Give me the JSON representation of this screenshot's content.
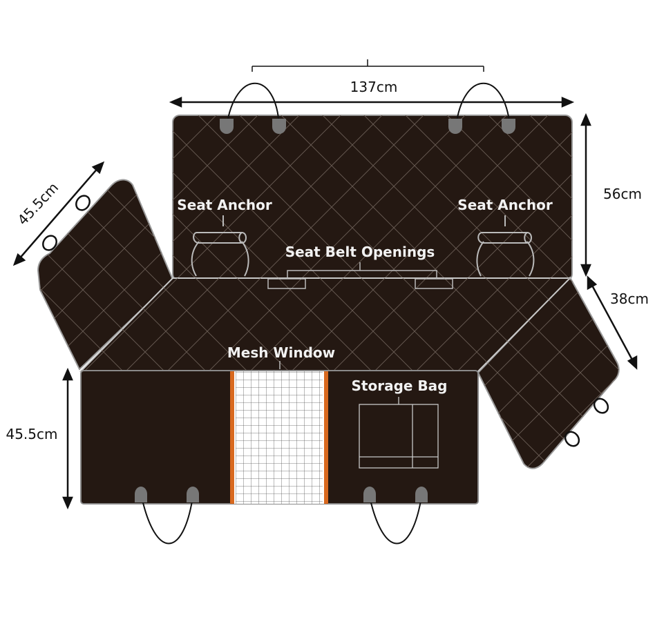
{
  "dimensions": {
    "width_top": "137cm",
    "back_height": "56cm",
    "left_flap": "45.5cm",
    "right_flap": "38cm",
    "front_height": "45.5cm"
  },
  "labels": {
    "seat_anchor_left": "Seat Anchor",
    "seat_anchor_right": "Seat Anchor",
    "seat_belt_openings": "Seat Belt Openings",
    "mesh_window": "Mesh Window",
    "storage_bag": "Storage Bag"
  },
  "colors": {
    "fabric": "#241812",
    "edge": "#8a8a8a",
    "quilt": "#6a5d55",
    "mesh_trim": "#d8691f",
    "mesh_bg": "#ffffff",
    "mesh_grid": "#555555"
  }
}
